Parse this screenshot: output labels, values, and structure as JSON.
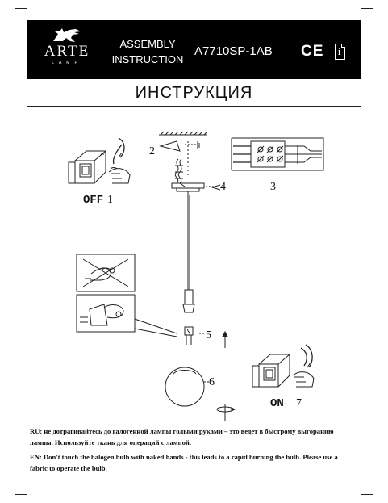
{
  "header": {
    "brand_name": "ARTE",
    "brand_sub": "LAMP",
    "assembly_line1": "ASSEMBLY",
    "assembly_line2": "INSTRUCTION",
    "model": "A7710SP-1AB",
    "ce_mark": "CE",
    "info_mark": "i"
  },
  "title": "ИНСТРУКЦИЯ",
  "steps": {
    "off_label": "OFF",
    "step1": "1",
    "step2": "2",
    "step3": "3",
    "step4": "4",
    "step5": "5",
    "step6": "6",
    "on_label": "ON",
    "step7": "7"
  },
  "notes": {
    "ru": "RU: не дотрагивайтесь до галогенной лампы голыми руками – это ведет в быстрому выгоранию лампы. Используйте ткань для операций с лампой.",
    "en": "EN: Don't touch the halogen bulb with naked hands  - this leads to a rapid burning the bulb. Please use a fabric to operate the bulb."
  }
}
